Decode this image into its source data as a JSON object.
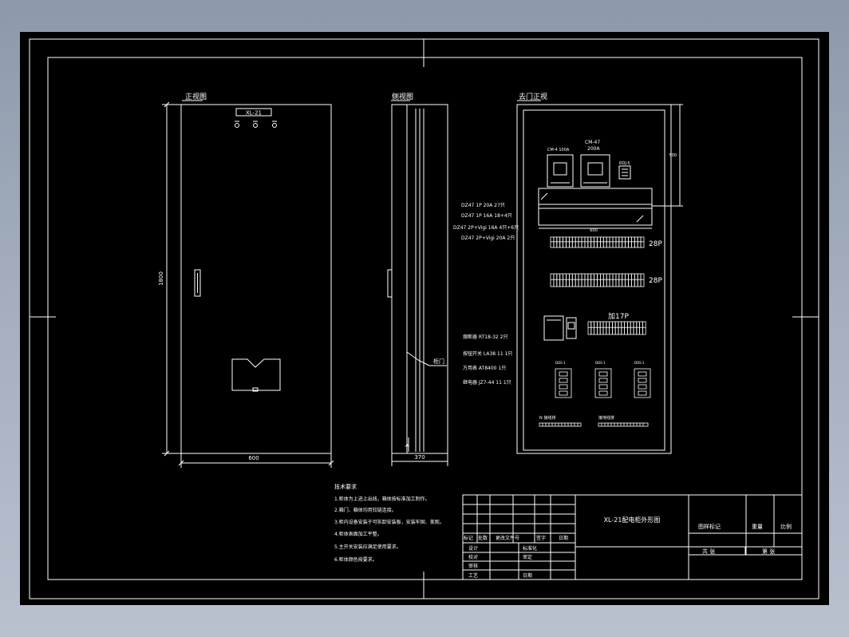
{
  "views": {
    "front": "正视图",
    "side": "侧视图",
    "open": "去门正视"
  },
  "front": {
    "nameplate": "XL-21",
    "height_dim": "1800",
    "width_dim": "600"
  },
  "side": {
    "door_label": "柜门",
    "small_mark": "A",
    "depth_dim": "370"
  },
  "breaker_labels": [
    "CM-4 100A",
    "CM-47\n200A",
    "RDJ-5"
  ],
  "row_labels": [
    "28P",
    "28P",
    "加17P"
  ],
  "inner_dims": [
    "600",
    "500"
  ],
  "component_spec": [
    "DZ47 1P 20A 27只",
    "DZ47 1P 16A 18+4只",
    "DZ47 2P+Vigi 16A 4只+6只",
    "DZ47 2P+Vigi 20A 2只"
  ],
  "component_spec2": [
    "熔断器 RT18-32 2只",
    "按钮开关 LA38 11 1只",
    "万用表 AT8400 1只",
    "继电器 JZ7-44 11 1只"
  ],
  "meter_labels": [
    "DDS-1",
    "DDS-1",
    "DDS-1"
  ],
  "terminal_labels": [
    "N 接线排",
    "接地线排"
  ],
  "notes": {
    "title": "技术要求",
    "items": [
      "1.柜体为上进上出线，箱体按标准加工制作。",
      "2.箱门、箱体均用铰链连接。",
      "3.柜内设备安装于可拆卸安装板，安装牢固、美观。",
      "4.柜体表面加工平整。",
      "5.主开关安装应满足使用要求。",
      "6.柜体颜色按要求。"
    ]
  },
  "title_block": {
    "drawing_title": "XL-21配电柜外形图",
    "left_headers": [
      "标记",
      "处数",
      "更改文件号",
      "签字",
      "日期"
    ],
    "left_roles": [
      "设计",
      "校对",
      "审核",
      "工艺"
    ],
    "left_roles_right": [
      "标准化",
      "审定",
      "日期"
    ],
    "right_headers": [
      "图样标记",
      "重量",
      "比例"
    ],
    "sheet_left": "共  张",
    "sheet_right": "第  张"
  }
}
